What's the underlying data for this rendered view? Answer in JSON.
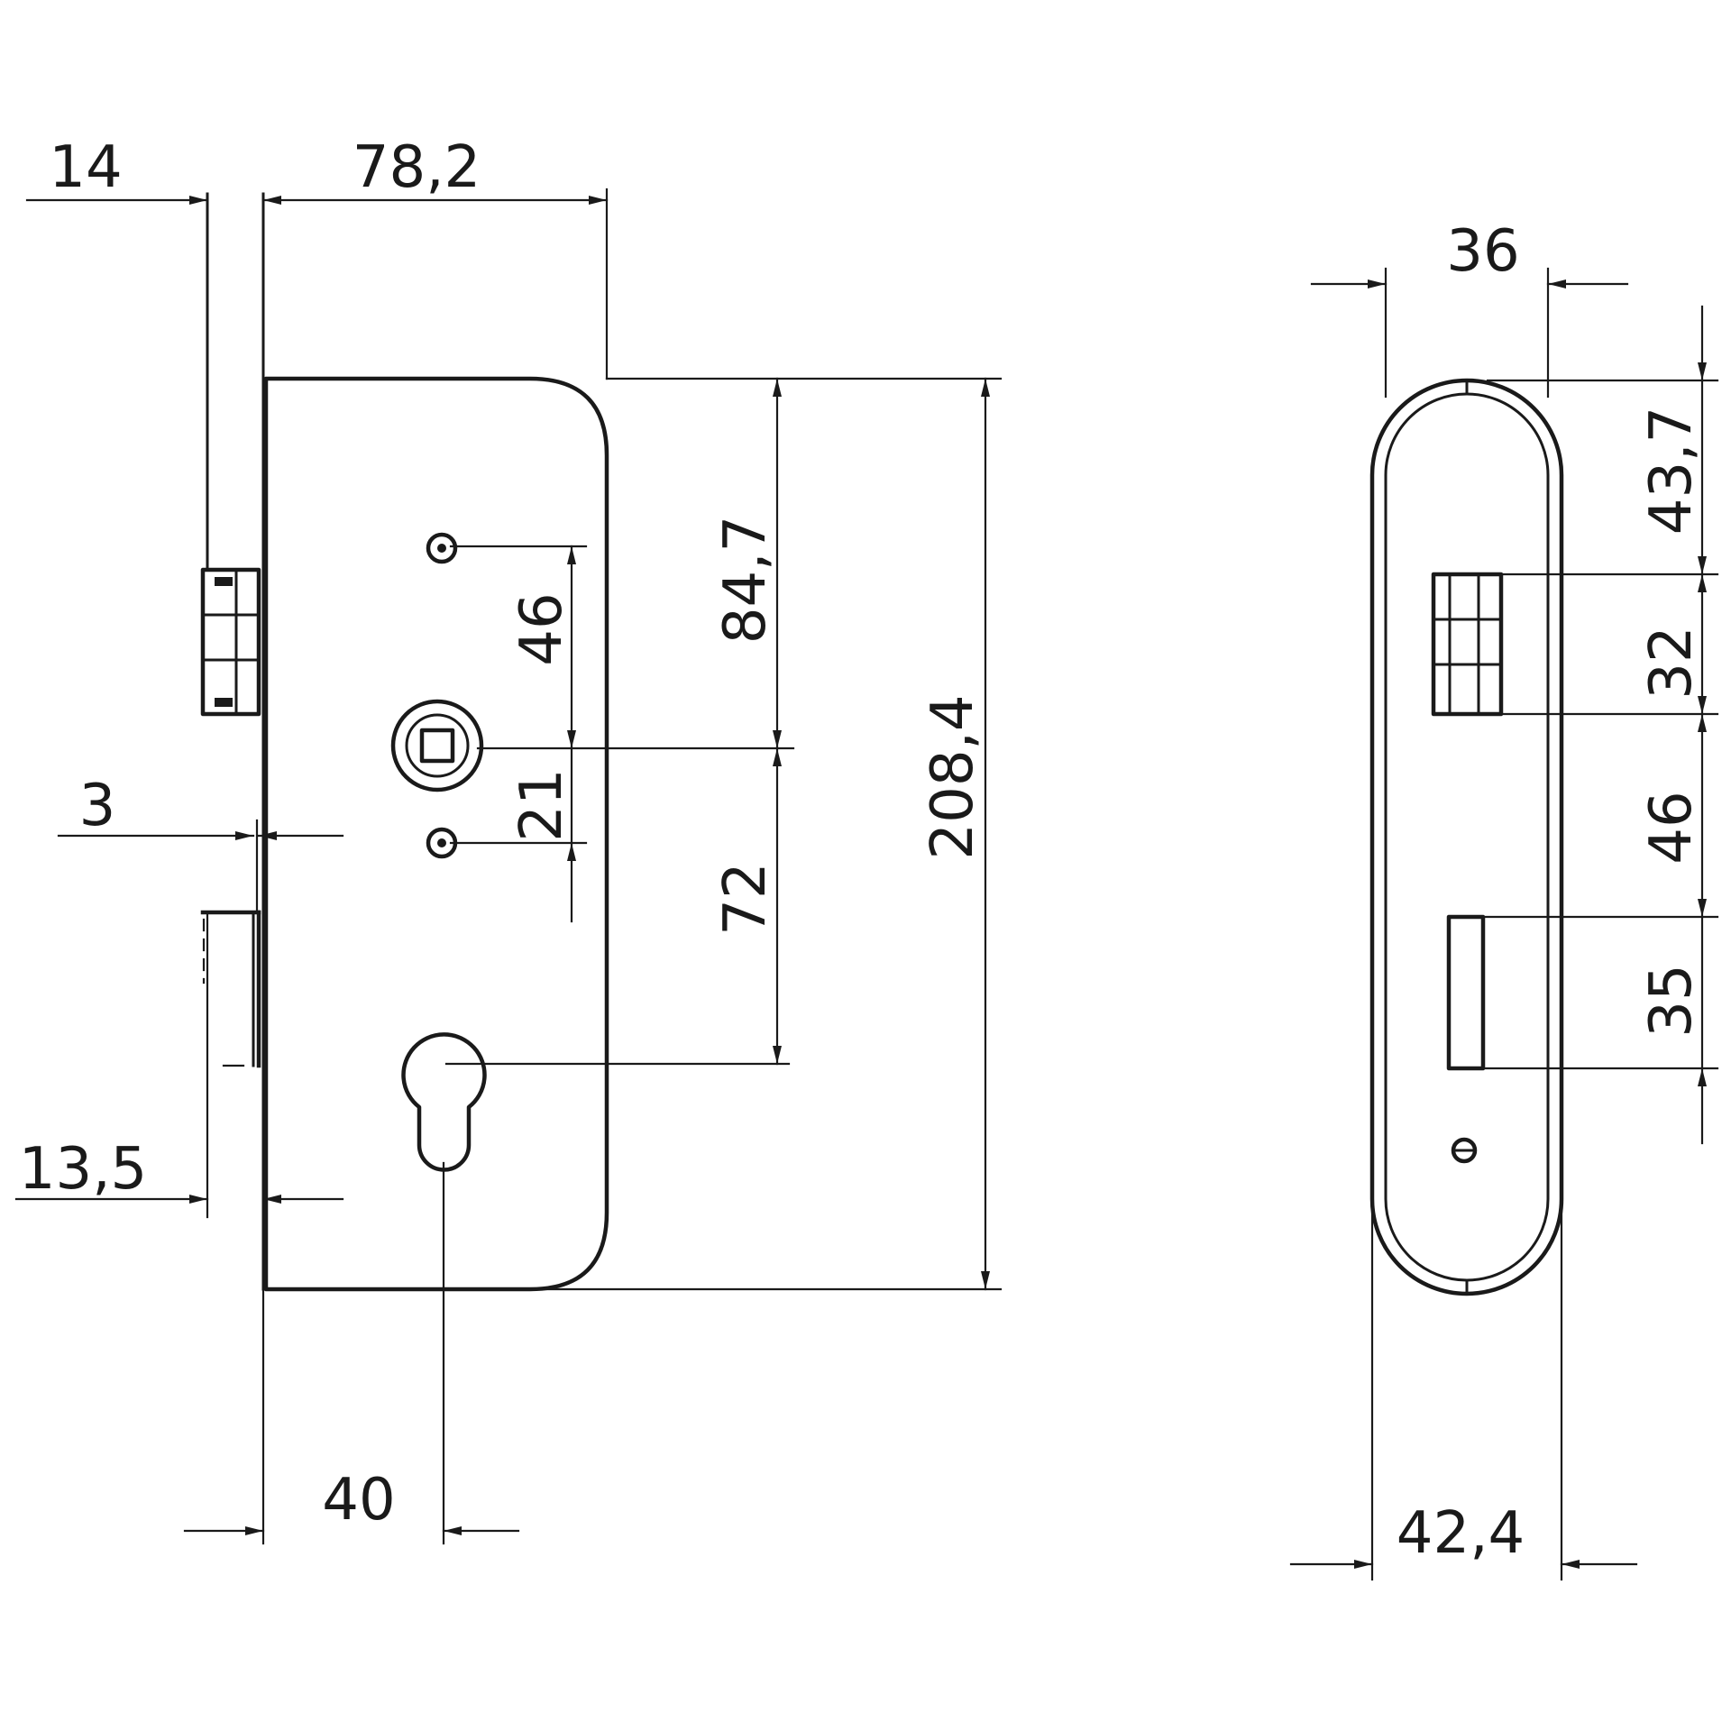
{
  "front_view": {
    "dim_14": "14",
    "dim_78_2": "78,2",
    "dim_3": "3",
    "dim_13_5": "13,5",
    "dim_40": "40",
    "dim_46": "46",
    "dim_21": "21",
    "dim_84_7": "84,7",
    "dim_72": "72",
    "dim_208_4": "208,4"
  },
  "side_view": {
    "dim_36": "36",
    "dim_42_4": "42,4",
    "dim_43_7": "43,7",
    "dim_32": "32",
    "dim_46": "46",
    "dim_35": "35"
  }
}
